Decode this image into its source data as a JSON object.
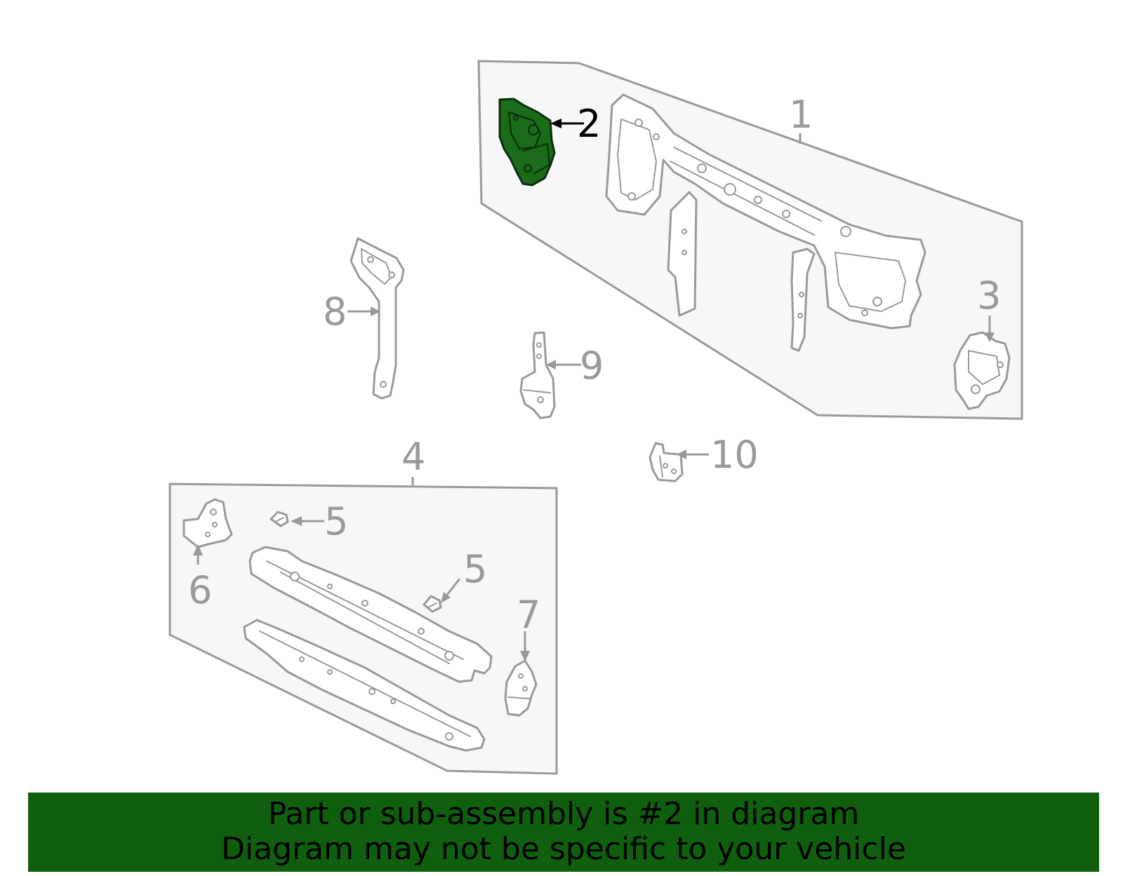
{
  "callouts": {
    "c1": "1",
    "c2": "2",
    "c3": "3",
    "c4": "4",
    "c5a": "5",
    "c5b": "5",
    "c6": "6",
    "c7": "7",
    "c8": "8",
    "c9": "9",
    "c10": "10"
  },
  "highlighted_part": "2",
  "colors": {
    "highlight": "#1a6b1a",
    "banner": "#0f5f0f",
    "line": "#999999"
  },
  "banner": {
    "line1": "Part or sub-assembly is #2 in diagram",
    "line2": "Diagram may not be specific to your vehicle"
  }
}
